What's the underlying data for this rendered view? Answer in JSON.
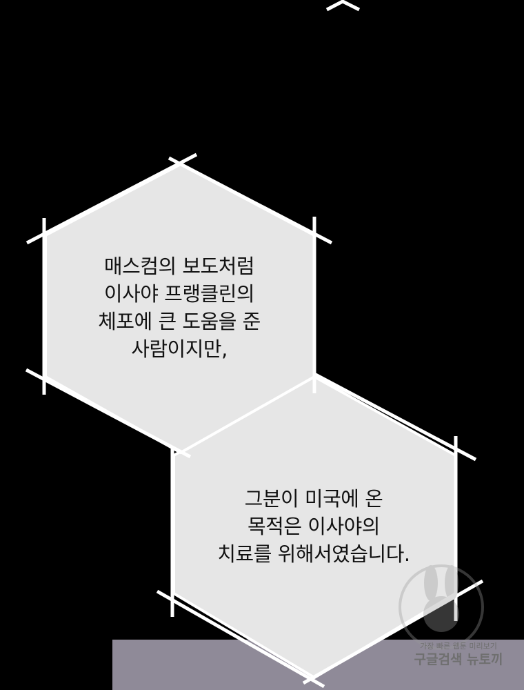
{
  "panel": {
    "background_color": "#000000",
    "bubble_fill": "#e6e6e6",
    "bubble_stroke": "#ffffff",
    "bottom_strip_color": "#8f8a98"
  },
  "bubble1": {
    "lines": [
      "매스컴의 보도처럼",
      "이사야 프랭클린의",
      "체포에 큰 도움을 준",
      "사람이지만,"
    ]
  },
  "bubble2": {
    "lines": [
      "그분이 미국에 온",
      "목적은 이사야의",
      "치료를 위해서였습니다."
    ]
  },
  "watermark": {
    "line1": "가장 빠른 웹툰 미리보기",
    "line2": "구글검색 뉴토끼",
    "icon": "rabbit-logo-icon"
  }
}
